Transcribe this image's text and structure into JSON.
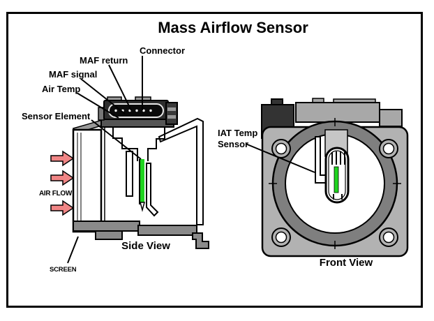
{
  "title": "Mass Airflow Sensor",
  "side_view": {
    "caption": "Side View",
    "labels": {
      "connector": "Connector",
      "maf_return": "MAF return",
      "maf_signal": "MAF signal",
      "air_temp": "Air Temp",
      "sensor_element": "Sensor Element",
      "air_flow": "AIR FLOW",
      "screen": "SCREEN"
    }
  },
  "front_view": {
    "caption": "Front View",
    "labels": {
      "iat_temp_sensor_line1": "IAT Temp",
      "iat_temp_sensor_line2": "Sensor"
    }
  },
  "colors": {
    "airflow_arrow": "#F08585",
    "sensor_element_green": "#1FD41F",
    "diagram_outline": "#000000"
  }
}
